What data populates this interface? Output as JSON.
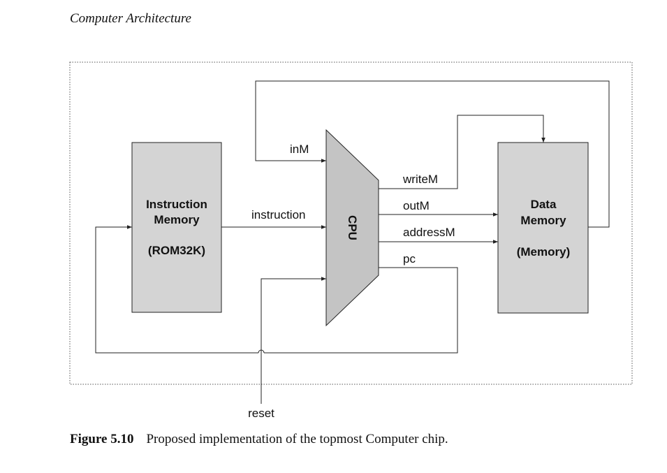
{
  "header": {
    "title": "Computer Architecture"
  },
  "diagram": {
    "instruction_memory": {
      "line1": "Instruction",
      "line2": "Memory",
      "line3": "(ROM32K)"
    },
    "data_memory": {
      "line1": "Data",
      "line2": "Memory",
      "line3": "(Memory)"
    },
    "cpu": {
      "label": "CPU"
    },
    "signals": {
      "inM": "inM",
      "instruction": "instruction",
      "writeM": "writeM",
      "outM": "outM",
      "addressM": "addressM",
      "pc": "pc",
      "reset": "reset"
    },
    "colors": {
      "block_fill": "#d4d4d4",
      "stroke": "#222222"
    }
  },
  "caption": {
    "number": "Figure 5.10",
    "text": "Proposed implementation of the topmost Computer chip."
  }
}
